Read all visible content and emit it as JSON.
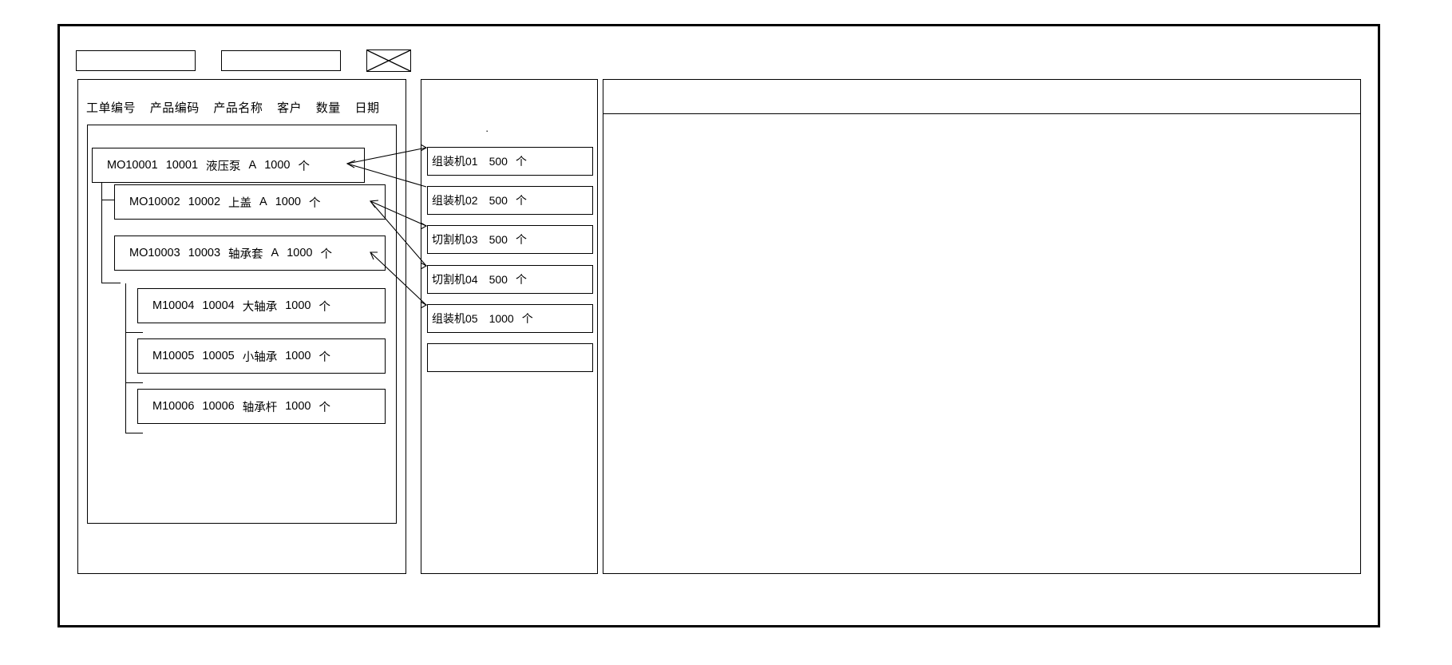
{
  "window": {
    "title": ""
  },
  "toolbar": {
    "input_one_value": "",
    "input_one_placeholder": "",
    "input_two_value": "",
    "input_two_placeholder": "",
    "image_placeholder_label": "image-placeholder"
  },
  "left_panel": {
    "columns": [
      "工单编号",
      "产品编码",
      "产品名称",
      "客户",
      "数量",
      "日期"
    ],
    "rows": [
      {
        "level": 0,
        "order_no": "MO10001",
        "product_code": "10001",
        "product_name": "液压泵",
        "customer": "A",
        "quantity": "1000",
        "unit": "个"
      },
      {
        "level": 1,
        "order_no": "MO10002",
        "product_code": "10002",
        "product_name": "上盖",
        "customer": "A",
        "quantity": "1000",
        "unit": "个"
      },
      {
        "level": 1,
        "order_no": "MO10003",
        "product_code": "10003",
        "product_name": "轴承套",
        "customer": "A",
        "quantity": "1000",
        "unit": "个"
      },
      {
        "level": 2,
        "order_no": "M10004",
        "product_code": "10004",
        "product_name": "大轴承",
        "customer": "",
        "quantity": "1000",
        "unit": "个"
      },
      {
        "level": 2,
        "order_no": "M10005",
        "product_code": "10005",
        "product_name": "小轴承",
        "customer": "",
        "quantity": "1000",
        "unit": "个"
      },
      {
        "level": 2,
        "order_no": "M10006",
        "product_code": "10006",
        "product_name": "轴承杆",
        "customer": "",
        "quantity": "1000",
        "unit": "个"
      }
    ]
  },
  "mid_panel": {
    "marker": "·",
    "cards": [
      {
        "machine": "组装机01",
        "quantity": "500",
        "unit": "个"
      },
      {
        "machine": "组装机02",
        "quantity": "500",
        "unit": "个"
      },
      {
        "machine": "切割机03",
        "quantity": "500",
        "unit": "个"
      },
      {
        "machine": "切割机04",
        "quantity": "500",
        "unit": "个"
      },
      {
        "machine": "组装机05",
        "quantity": "1000",
        "unit": "个"
      },
      {
        "machine": "",
        "quantity": "",
        "unit": ""
      }
    ]
  },
  "right_panel": {
    "header_text": "",
    "body_text": ""
  },
  "colors": {
    "stroke": "#000000",
    "background": "#ffffff"
  }
}
